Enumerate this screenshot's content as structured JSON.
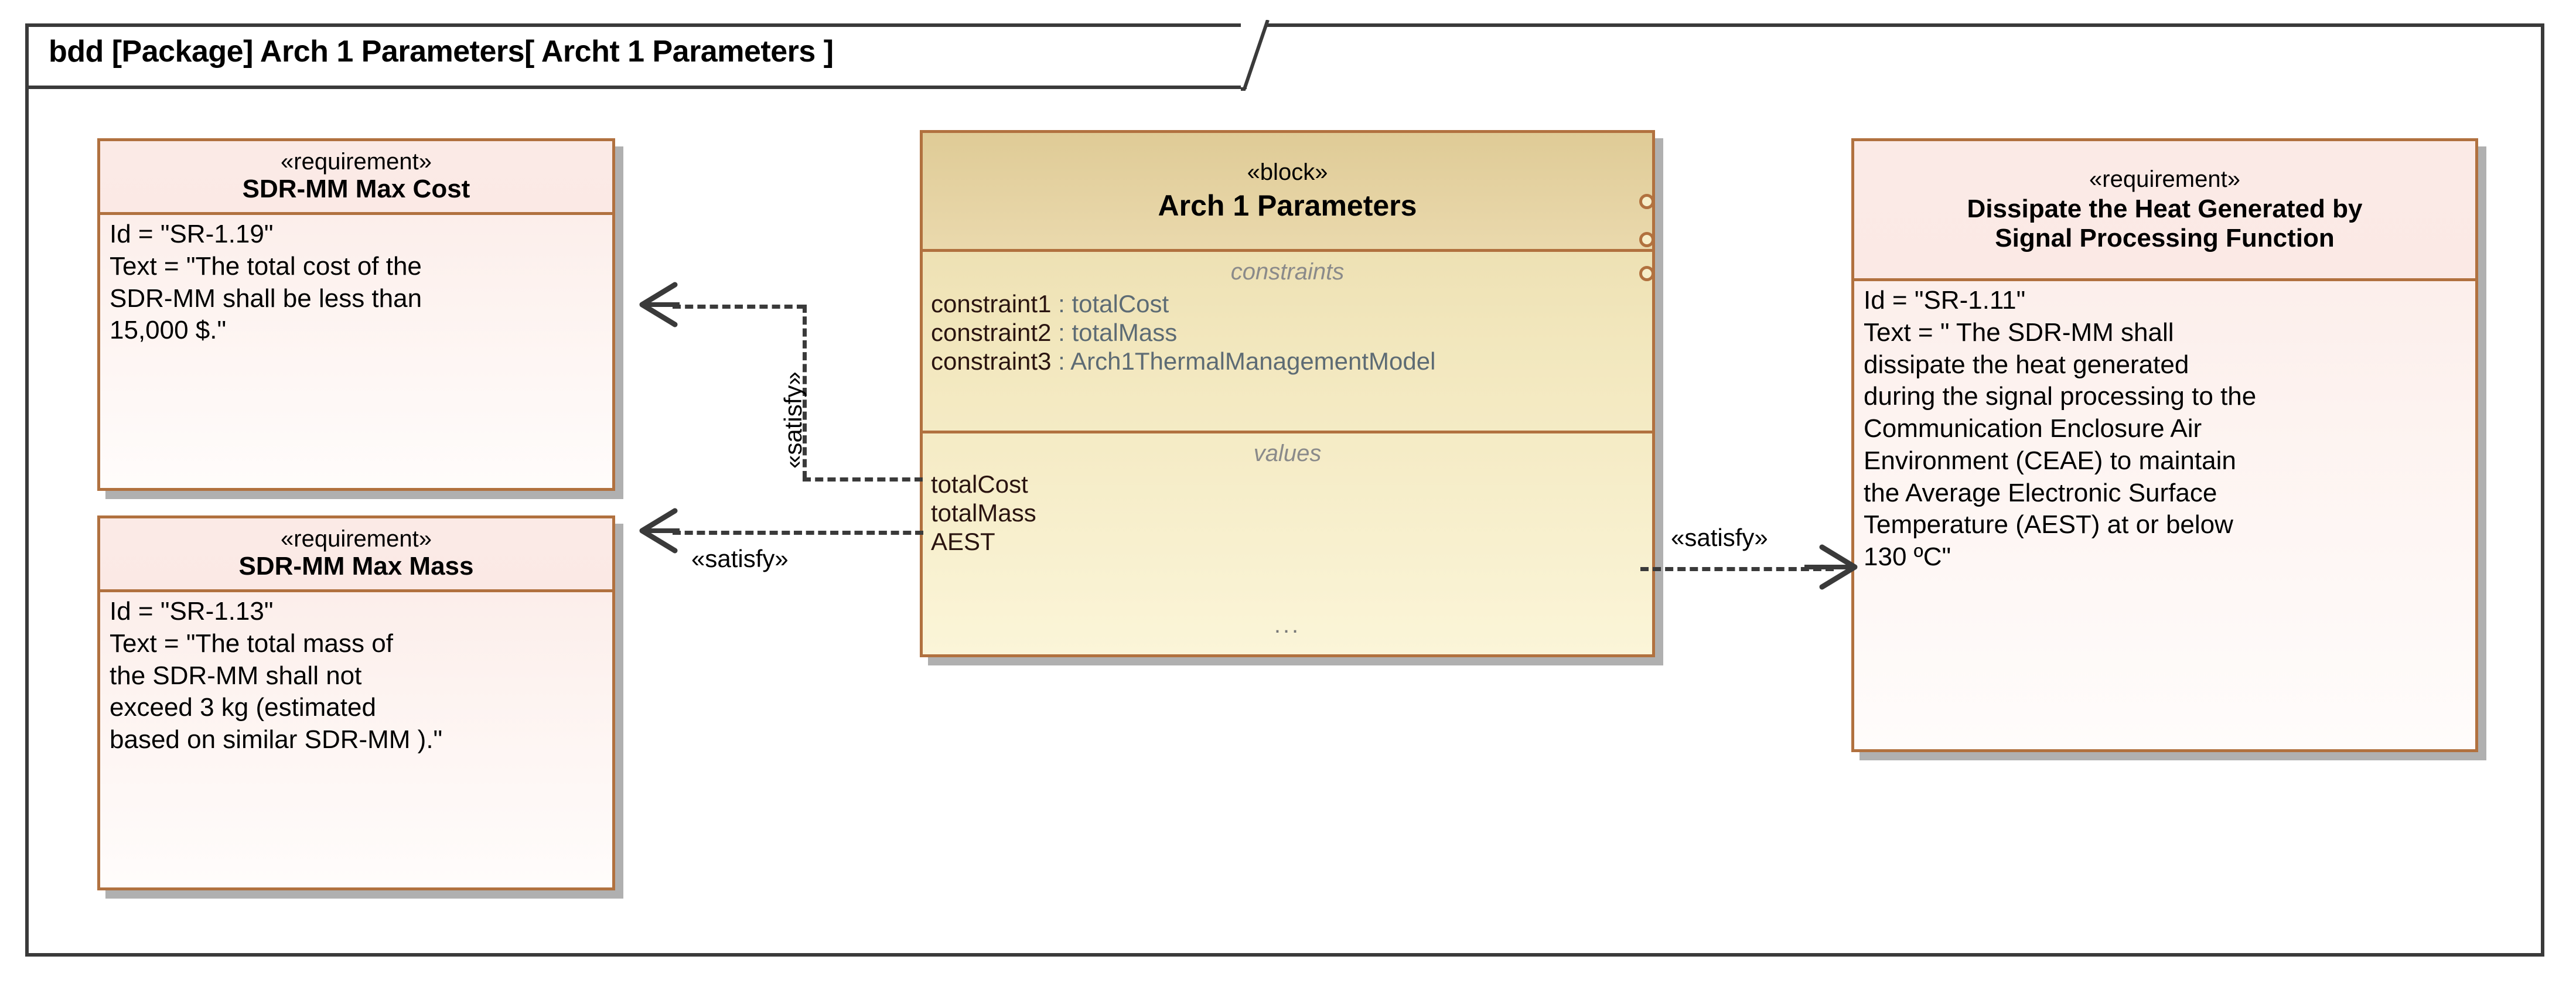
{
  "diagram": {
    "header": "bdd [Package] Arch 1 Parameters[ Archt 1 Parameters ]",
    "kind": "bdd",
    "frame_border_color": "#3a3a3a",
    "node_border_color": "#b1713f",
    "requirement_fill": "#fbeae6",
    "block_fill": "#efe2b4"
  },
  "nodes": {
    "req_cost": {
      "stereotype": "«requirement»",
      "name": "SDR-MM Max Cost",
      "properties": [
        "Id = \"SR-1.19\"",
        "Text = \"The total cost of the\nSDR-MM shall be less than\n15,000 $.\""
      ]
    },
    "req_mass": {
      "stereotype": "«requirement»",
      "name": "SDR-MM Max Mass",
      "properties": [
        "Id = \"SR-1.13\"",
        "Text = \"The total mass of\nthe SDR-MM shall not\nexceed 3 kg (estimated\nbased on similar SDR-MM ).\""
      ]
    },
    "block_arch1": {
      "stereotype": "«block»",
      "name": "Arch 1 Parameters",
      "constraints_label": "constraints",
      "constraints": [
        {
          "name": "constraint1",
          "sep": " : ",
          "type": "totalCost"
        },
        {
          "name": "constraint2",
          "sep": " : ",
          "type": "totalMass"
        },
        {
          "name": "constraint3",
          "sep": " : ",
          "type": "Arch1ThermalManagementModel"
        }
      ],
      "values_label": "values",
      "values": [
        "totalCost",
        "totalMass",
        "AEST"
      ],
      "more": "..."
    },
    "req_heat": {
      "stereotype": "«requirement»",
      "name": "Dissipate the Heat Generated by\nSignal Processing Function",
      "properties": [
        "Id = \"SR-1.11\"",
        "Text = \" The SDR-MM shall\ndissipate the heat generated\nduring the signal processing to the\nCommunication Enclosure Air\nEnvironment (CEAE) to maintain\nthe Average Electronic Surface\nTemperature (AEST) at or below\n130 ºC\""
      ]
    }
  },
  "connectors": [
    {
      "id": "satisfy_cost",
      "label": "«satisfy»",
      "source": "block_arch1",
      "target": "req_cost",
      "orientation": "vertical-label"
    },
    {
      "id": "satisfy_mass",
      "label": "«satisfy»",
      "source": "block_arch1",
      "target": "req_mass",
      "orientation": "horizontal-label"
    },
    {
      "id": "satisfy_heat",
      "label": "«satisfy»",
      "source": "block_arch1",
      "target": "req_heat",
      "orientation": "horizontal-label"
    }
  ]
}
